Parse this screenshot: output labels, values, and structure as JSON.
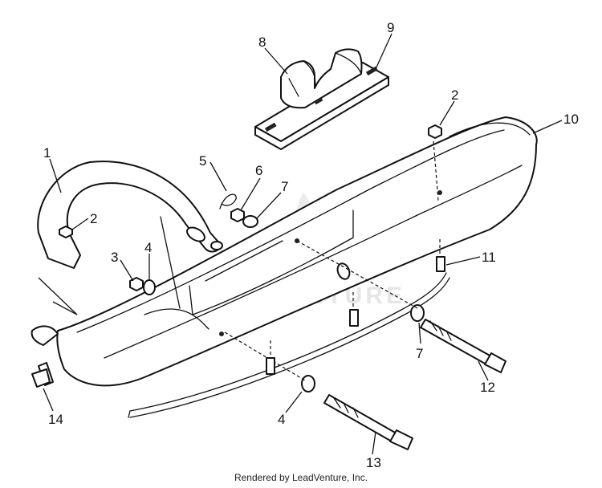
{
  "callouts": [
    {
      "id": "c1",
      "text": "1"
    },
    {
      "id": "c2a",
      "text": "2"
    },
    {
      "id": "c2b",
      "text": "2"
    },
    {
      "id": "c3",
      "text": "3"
    },
    {
      "id": "c4a",
      "text": "4"
    },
    {
      "id": "c4b",
      "text": "4"
    },
    {
      "id": "c5",
      "text": "5"
    },
    {
      "id": "c6",
      "text": "6"
    },
    {
      "id": "c7a",
      "text": "7"
    },
    {
      "id": "c7b",
      "text": "7"
    },
    {
      "id": "c8",
      "text": "8"
    },
    {
      "id": "c9",
      "text": "9"
    },
    {
      "id": "c10",
      "text": "10"
    },
    {
      "id": "c11",
      "text": "11"
    },
    {
      "id": "c12",
      "text": "12"
    },
    {
      "id": "c13",
      "text": "13"
    },
    {
      "id": "c14",
      "text": "14"
    }
  ],
  "watermark": "LEADVENTURE",
  "footer": "Rendered by LeadVenture, Inc."
}
